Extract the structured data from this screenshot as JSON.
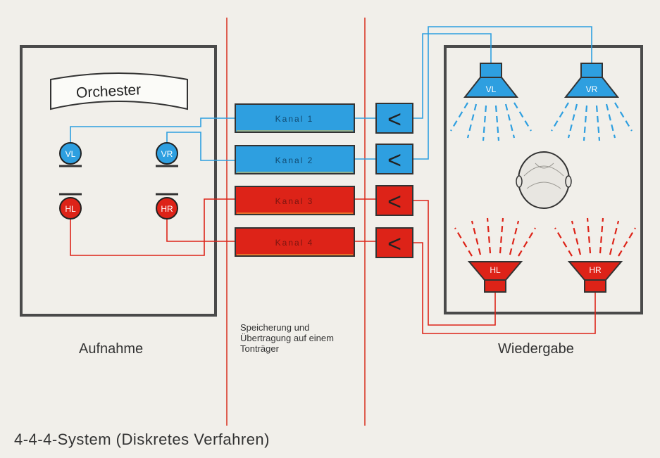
{
  "recording": {
    "label": "Aufnahme",
    "stage_label": "Orchester",
    "microphones": [
      "VL",
      "VR",
      "HL",
      "HR"
    ]
  },
  "transfer": {
    "note": "Speicherung und\nÜbertragung auf einem\nTonträger",
    "channels": [
      "Kanal 1",
      "Kanal 2",
      "Kanal 3",
      "Kanal 4"
    ],
    "amplifier_symbol": "<"
  },
  "playback": {
    "label": "Wiedergabe",
    "speakers": [
      "VL",
      "VR",
      "HL",
      "HR"
    ]
  },
  "caption": "4-4-4-System (Diskretes Verfahren)",
  "colors": {
    "front": "#2e9fe0",
    "rear": "#dd2318",
    "frame": "#4a4a4a",
    "divider": "#d93a2a",
    "background": "#f1efea"
  }
}
